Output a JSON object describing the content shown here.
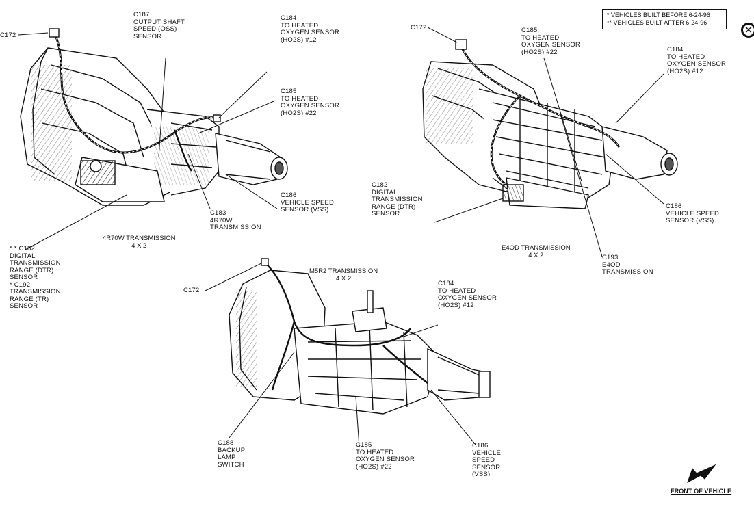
{
  "legend": {
    "line1": "* VEHICLES BUILT BEFORE 6-24-96",
    "line2": "** VEHICLES BUILT AFTER 6-24-96"
  },
  "close_glyph": "✕",
  "front_label": "FRONT OF VEHICLE",
  "titles": {
    "t4r70w": "4R70W TRANSMISSION\n4 X 2",
    "te4od": "E4OD TRANSMISSION\n4 X 2",
    "tm5r2": "M5R2 TRANSMISSION\n4 X 2"
  },
  "labels": {
    "a_c172": "C172",
    "a_c187": "C187\nOUTPUT SHAFT\nSPEED (OSS)\nSENSOR",
    "a_c184": "C184\nTO HEATED\nOXYGEN SENSOR\n(HO2S) #12",
    "a_c185": "C185\nTO HEATED\nOXYGEN SENSOR\n(HO2S) #22",
    "a_c186": "C186\nVEHICLE SPEED\nSENSOR (VSS)",
    "a_c183": "C183\n4R70W\nTRANSMISSION",
    "a_c182": "* * C182\nDIGITAL\nTRANSMISSION\nRANGE (DTR)\nSENSOR\n* C192\nTRANSMISSION\nRANGE (TR)\nSENSOR",
    "b_c172": "C172",
    "b_c185": "C185\nTO HEATED\nOXYGEN SENSOR\n(HO2S) #22",
    "b_c184": "C184\nTO HEATED\nOXYGEN SENSOR\n(HO2S) #12",
    "b_c182": "C182\nDIGITAL\nTRANSMISSION\nRANGE (DTR)\nSENSOR",
    "b_c186": "C186\nVEHICLE SPEED\nSENSOR (VSS)",
    "b_c193": "C193\nE4OD\nTRANSMISSION",
    "c_c172": "C172",
    "c_c184": "C184\nTO HEATED\nOXYGEN SENSOR\n(HO2S) #12",
    "c_c188": "C188\nBACKUP\nLAMP\nSWITCH",
    "c_c185": "C185\nTO HEATED\nOXYGEN SENSOR\n(HO2S) #22",
    "c_c186": "C186\nVEHICLE\nSPEED\nSENSOR\n(VSS)"
  }
}
